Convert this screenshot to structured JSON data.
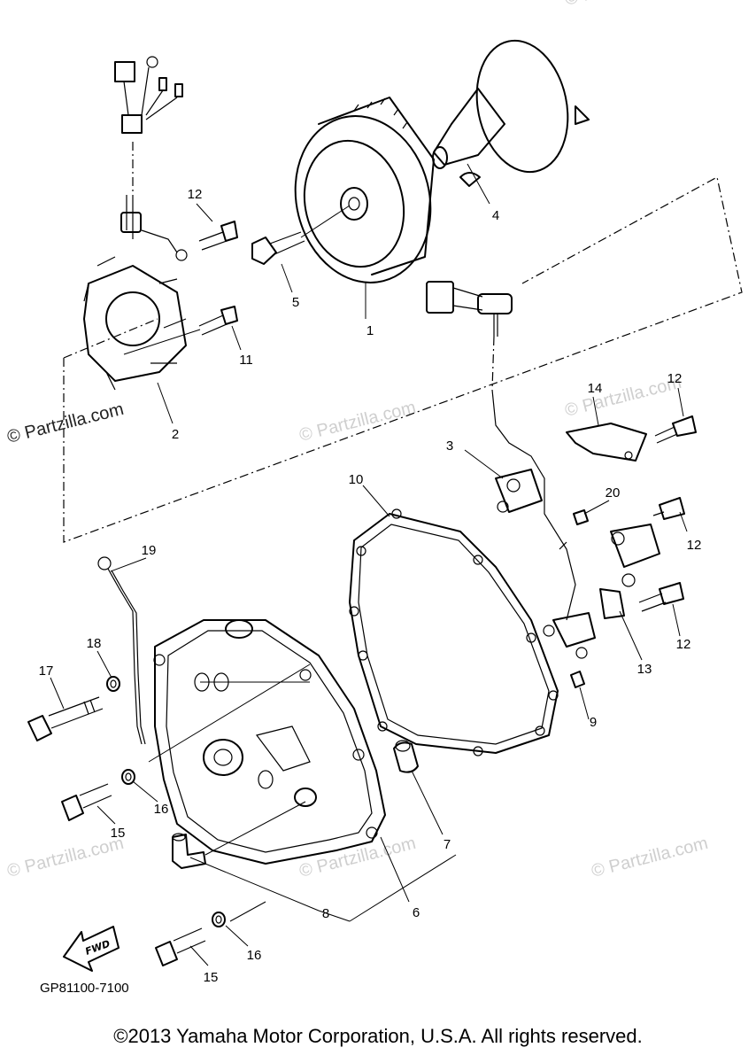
{
  "callouts": {
    "c1": "1",
    "c2": "2",
    "c3": "3",
    "c4": "4",
    "c5": "5",
    "c6": "6",
    "c7": "7",
    "c8": "8",
    "c9": "9",
    "c10": "10",
    "c11": "11",
    "c12a": "12",
    "c12b": "12",
    "c12c": "12",
    "c12d": "12",
    "c13": "13",
    "c14": "14",
    "c15a": "15",
    "c15b": "15",
    "c16a": "16",
    "c16b": "16",
    "c17": "17",
    "c18": "18",
    "c19": "19",
    "c20": "20"
  },
  "watermarks": {
    "w1": "© Partzilla.com",
    "w2": "© Partzilla.com",
    "w3": "© Partzilla.com",
    "w4": "© Partzilla.com",
    "w5": "© Partzilla.com",
    "w6": "© Partzilla.com",
    "w7": "© Partzilla.com"
  },
  "fwd_label": "FWD",
  "diagram_code": "GP81100-7100",
  "copyright": "©2013 Yamaha Motor Corporation, U.S.A. All rights reserved."
}
